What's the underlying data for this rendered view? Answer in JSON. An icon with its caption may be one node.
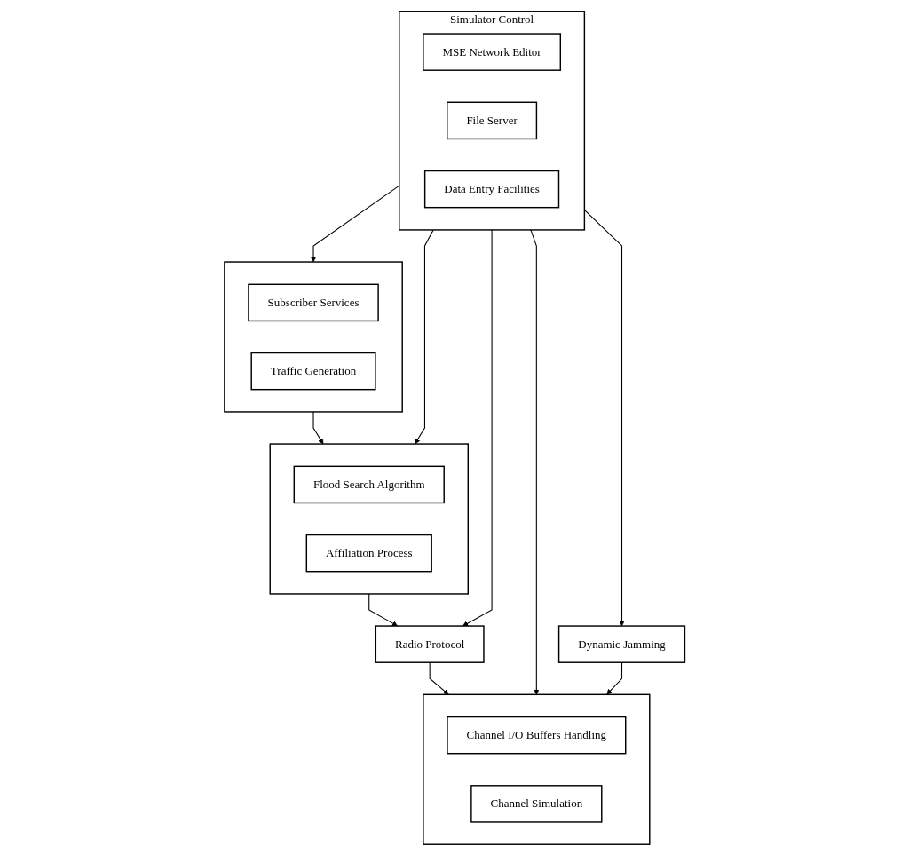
{
  "diagram": {
    "nodes": [
      {
        "text": [
          "Simulator Control"
        ]
      },
      {
        "text": [
          "MSE Network Editor"
        ],
        "in": 0
      },
      {
        "text": [
          "File Server"
        ],
        "in": 0
      },
      {
        "text": [
          "Data Entry Facilities"
        ],
        "in": 0
      },
      {
        "text": [],
        "shape": "box"
      },
      {
        "text": [
          "Subscriber Services"
        ],
        "in": 4
      },
      {
        "text": [
          "Traffic Generation"
        ],
        "in": 4
      },
      {
        "text": [],
        "shape": "box"
      },
      {
        "text": [
          "Flood Search Algorithm"
        ],
        "in": 7
      },
      {
        "text": [
          "Affiliation Process"
        ],
        "in": 7
      },
      {
        "text": [
          "Radio Protocol"
        ]
      },
      {
        "text": [],
        "shape": "box"
      },
      {
        "text": [
          "Channel I/O Buffers Handling"
        ],
        "in": 11
      },
      {
        "text": [
          "Channel Simulation"
        ],
        "in": 11
      },
      {
        "text": [
          "Dynamic Jamming"
        ]
      }
    ],
    "edges": [
      {
        "from": 0,
        "to": 4,
        "arrow": "to"
      },
      {
        "from": 4,
        "to": 7,
        "arrow": "to"
      },
      {
        "from": 7,
        "to": 10,
        "arrow": "to"
      },
      {
        "from": 10,
        "to": 11,
        "arrow": "to"
      },
      {
        "from": 0,
        "to": 7,
        "arrow": "to"
      },
      {
        "from": 0,
        "to": 10,
        "arrow": "to"
      },
      {
        "from": 0,
        "to": 11,
        "arrow": "to"
      },
      {
        "from": 0,
        "to": 14,
        "arrow": "to"
      },
      {
        "from": 14,
        "to": 11,
        "arrow": "to"
      }
    ]
  }
}
